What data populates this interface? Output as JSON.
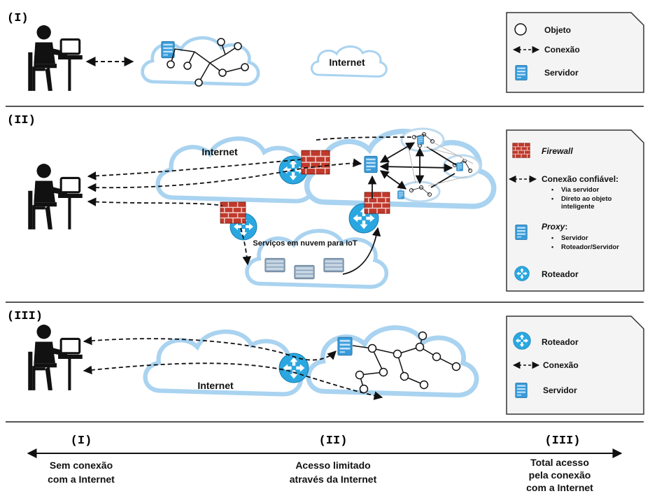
{
  "sections": [
    {
      "id": "I",
      "label": "(I)",
      "cloud_label": "Internet"
    },
    {
      "id": "II",
      "label": "(II)",
      "cloud_label_internet": "Internet",
      "cloud_label_services": "Serviços em nuvem para IoT"
    },
    {
      "id": "III",
      "label": "(III)",
      "cloud_label": "Internet"
    }
  ],
  "legends": {
    "I": {
      "object": "Objeto",
      "connection": "Conexão",
      "server": "Servidor"
    },
    "II": {
      "firewall": "Firewall",
      "trusted_connection": "Conexão confiável:",
      "trusted_items": [
        "Via servidor",
        "Direto ao objeto",
        "inteligente"
      ],
      "proxy": "Proxy",
      "proxy_colon": ":",
      "proxy_items": [
        "Servidor",
        "Roteador/Servidor"
      ],
      "router": "Roteador"
    },
    "III": {
      "router": "Roteador",
      "connection": "Conexão",
      "server": "Servidor"
    }
  },
  "scale": {
    "ticks": [
      "(I)",
      "(II)",
      "(III)"
    ],
    "captions": {
      "I": [
        "Sem conexão",
        "com a Internet"
      ],
      "II": [
        "Acesso limitado",
        "através da Internet"
      ],
      "III": [
        "Total acesso",
        "pela conexão",
        "com a Internet"
      ]
    }
  },
  "colors": {
    "cloud_glow": "#a9d3f0",
    "server": "#3a9bd9",
    "router": "#2aa7e0",
    "firewall": "#c0392b",
    "line": "#111111"
  },
  "icons": [
    "person-at-computer-icon",
    "server-icon",
    "router-icon",
    "firewall-icon",
    "cloud-icon",
    "object-node-icon"
  ]
}
